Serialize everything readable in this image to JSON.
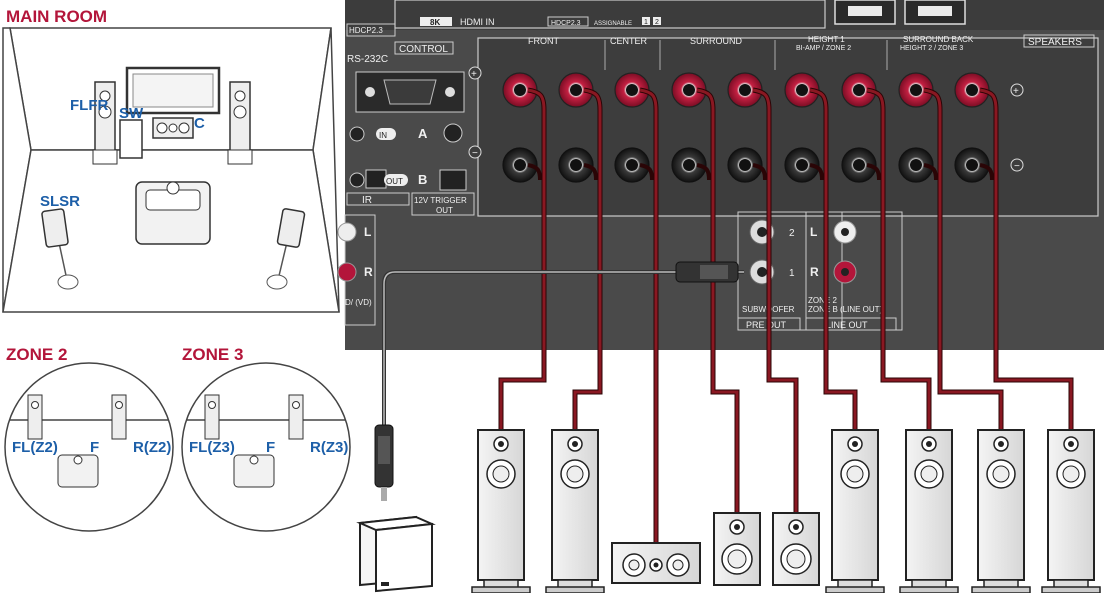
{
  "main_room": {
    "title": "MAIN ROOM",
    "labels": {
      "flfr": "FLFR",
      "sw": "SW",
      "c": "C",
      "slsr": "SLSR"
    }
  },
  "zone2": {
    "title": "ZONE 2",
    "fl": "FL(Z2)",
    "f": "F",
    "r": "R(Z2)"
  },
  "zone3": {
    "title": "ZONE 3",
    "fl": "FL(Z3)",
    "f": "F",
    "r": "R(Z3)"
  },
  "panel": {
    "hdmi_in": "HDMI IN",
    "hdmi_8k": "8K",
    "hdcp": "HDCP2.3",
    "hdcp_left": "HDCP2.3",
    "assignable": "ASSIGNABLE",
    "assign_1": "1",
    "assign_2": "2",
    "rs232c": "RS-232C",
    "control": "CONTROL",
    "ir": "IR",
    "ir_in": "IN",
    "ir_out": "OUT",
    "trigger_a": "A",
    "trigger_b": "B",
    "trigger": "12V TRIGGER",
    "trigger_out": "OUT",
    "speakers": "SPEAKERS",
    "front": "FRONT",
    "center": "CENTER",
    "surround": "SURROUND",
    "height1": "HEIGHT 1",
    "height1_sub": "BI-AMP / ZONE 2",
    "surround_back": "SURROUND BACK",
    "surround_back_sub": "HEIGHT 2 / ZONE 3",
    "r": "R",
    "l": "L",
    "plus": "+",
    "minus": "−",
    "sub_1": "1",
    "sub_2": "2",
    "subwoofer": "SUBWOOFER",
    "pre_out": "PRE OUT",
    "zone2_lineout": "ZONE 2",
    "zone3_lineout": "ZONE B (LINE OUT)",
    "line_out": "LINE OUT",
    "zl": "L",
    "zr": "R",
    "left_l": "L",
    "left_r": "R",
    "left_vd": "D/ (VD)"
  },
  "colors": {
    "panel": "#4a4a4a",
    "panel_dark": "#2e2e2e",
    "terminal_red": "#b3153a",
    "label_red": "#b3153a",
    "label_blue": "#1d5fa8",
    "wire_red": "#8a1822"
  }
}
